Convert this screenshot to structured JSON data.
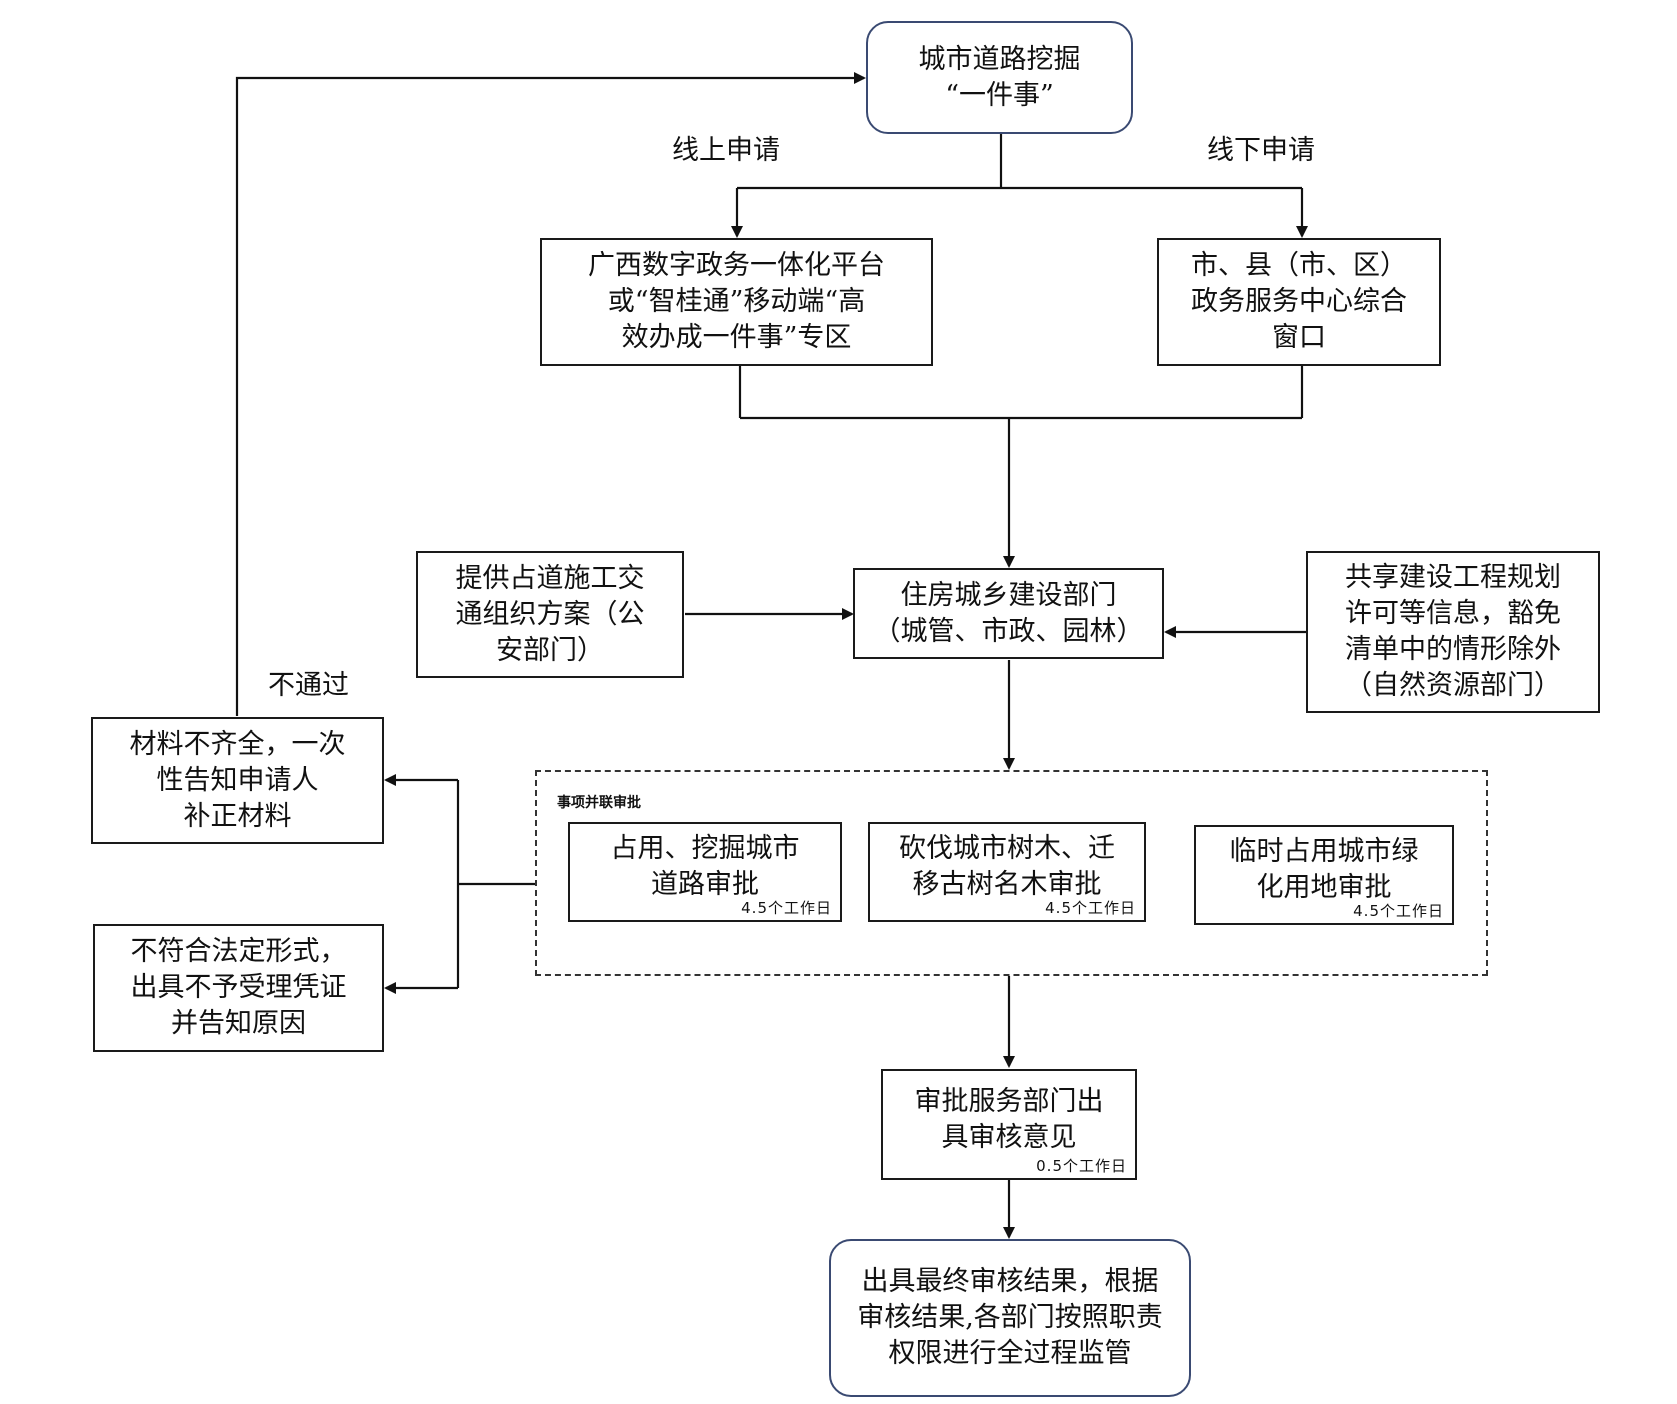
{
  "nodes": {
    "start": "城市道路挖掘\n“一件事”",
    "online_platform": "广西数字政务一体化平台\n或“智桂通”移动端“高\n效办成一件事”专区",
    "offline_window": "市、县（市、区）\n政务服务中心综合\n窗口",
    "housing_dept": "住房城乡建设部门\n（城管、市政、园林）",
    "police": "提供占道施工交\n通组织方案（公\n安部门）",
    "natural_resources": "共享建设工程规划\n许可等信息，豁免\n清单中的情形除外\n（自然资源部门）",
    "incomplete": "材料不齐全，一次\n性告知申请人\n补正材料",
    "nonconforming": "不符合法定形式，\n出具不予受理凭证\n并告知原因",
    "approval_road": "占用、挖掘城市\n道路审批",
    "approval_trees": "砍伐城市树木、迁\n移古树名木审批",
    "approval_green": "临时占用城市绿\n化用地审批",
    "review_opinion": "审批服务部门出\n具审核意见",
    "final": "出具最终审核结果，根据\n审核结果,各部门按照职责\n权限进行全过程监管"
  },
  "durations": {
    "approval_road": "4.5个工作日",
    "approval_trees": "4.5个工作日",
    "approval_green": "4.5个工作日",
    "review_opinion": "0.5个工作日"
  },
  "labels": {
    "online": "线上申请",
    "offline": "线下申请",
    "not_passed": "不通过"
  },
  "group": {
    "title": "事项并联审批"
  }
}
